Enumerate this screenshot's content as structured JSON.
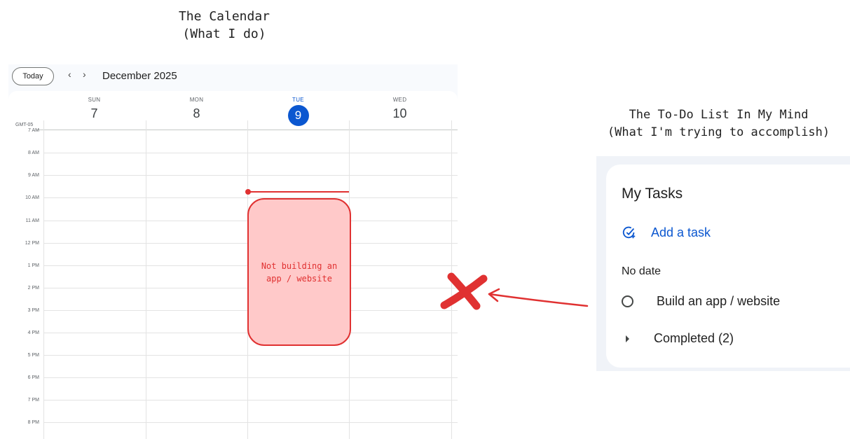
{
  "captions": {
    "calendar_line1": "The Calendar",
    "calendar_line2": "(What I do)",
    "todo_line1": "The To-Do List In My Mind",
    "todo_line2": "(What I'm trying to accomplish)"
  },
  "calendar": {
    "today_label": "Today",
    "prev_icon": "‹",
    "next_icon": "›",
    "month": "December 2025",
    "timezone": "GMT-05",
    "days": [
      {
        "dow": "SUN",
        "date": "7"
      },
      {
        "dow": "MON",
        "date": "8"
      },
      {
        "dow": "TUE",
        "date": "9"
      },
      {
        "dow": "WED",
        "date": "10"
      }
    ],
    "hours": [
      "7 AM",
      "8 AM",
      "9 AM",
      "10 AM",
      "11 AM",
      "12 PM",
      "1 PM",
      "2 PM",
      "3 PM",
      "4 PM",
      "5 PM",
      "6 PM",
      "7 PM",
      "8 PM"
    ],
    "event": {
      "text_line1": "Not building an",
      "text_line2": "app / website"
    }
  },
  "tasks": {
    "title": "My Tasks",
    "add_label": "Add a task",
    "section": "No date",
    "items": [
      {
        "title": "Build an app / website"
      }
    ],
    "completed": "Completed (2)"
  },
  "colors": {
    "accent_blue": "#0b57d0",
    "annotation_red": "#e03131",
    "event_fill": "#ffc9c9"
  }
}
